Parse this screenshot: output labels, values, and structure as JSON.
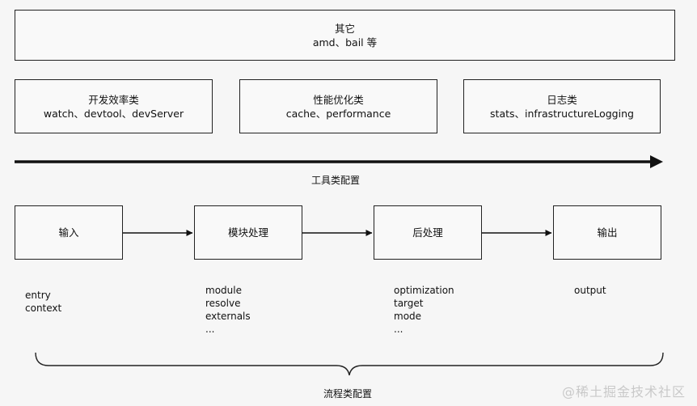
{
  "top_box": {
    "title": "其它",
    "subtitle": "amd、bail 等"
  },
  "tool_boxes": [
    {
      "title": "开发效率类",
      "subtitle": "watch、devtool、devServer"
    },
    {
      "title": "性能优化类",
      "subtitle": "cache、performance"
    },
    {
      "title": "日志类",
      "subtitle": "stats、infrastructureLogging"
    }
  ],
  "tool_axis_label": "工具类配置",
  "flow_boxes": [
    {
      "title": "输入"
    },
    {
      "title": "模块处理"
    },
    {
      "title": "后处理"
    },
    {
      "title": "输出"
    }
  ],
  "flow_lists": [
    {
      "items": [
        "entry",
        "context"
      ]
    },
    {
      "items": [
        "module",
        "resolve",
        "externals",
        "..."
      ]
    },
    {
      "items": [
        "optimization",
        "target",
        "mode",
        "..."
      ]
    },
    {
      "items": [
        "output"
      ]
    }
  ],
  "flow_label": "流程类配置",
  "watermark": "@稀土掘金技术社区"
}
